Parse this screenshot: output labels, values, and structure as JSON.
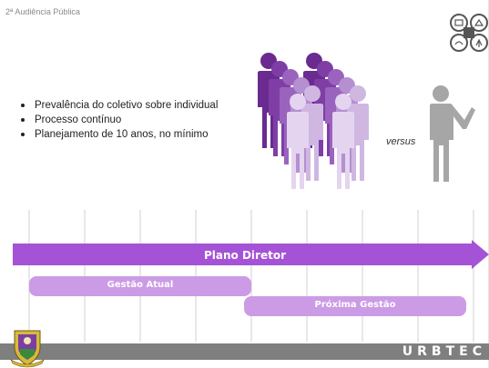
{
  "header": {
    "label": "2ª Audiência Pública"
  },
  "bullets": [
    "Prevalência do coletivo sobre individual",
    "Processo contínuo",
    "Planejamento de 10 anos, no mínimo"
  ],
  "comparison": {
    "versus": "versus"
  },
  "timeline": {
    "main_bar": "Plano Diretor",
    "current_bar": "Gestão Atual",
    "next_bar": "Próxima Gestão"
  },
  "footer": {
    "brand": "URBTEC"
  },
  "colors": {
    "main_bar": "#a553d6",
    "current_bar": "#cc9be6",
    "next_bar": "#cc9be6",
    "gridline": "#d0d0d0",
    "footer": "#7f7f7f",
    "single_person": "#a6a6a6"
  },
  "icons": [
    "quad-circle-logo-icon",
    "people-crowd-icon",
    "person-pointing-icon",
    "municipal-crest-icon"
  ]
}
